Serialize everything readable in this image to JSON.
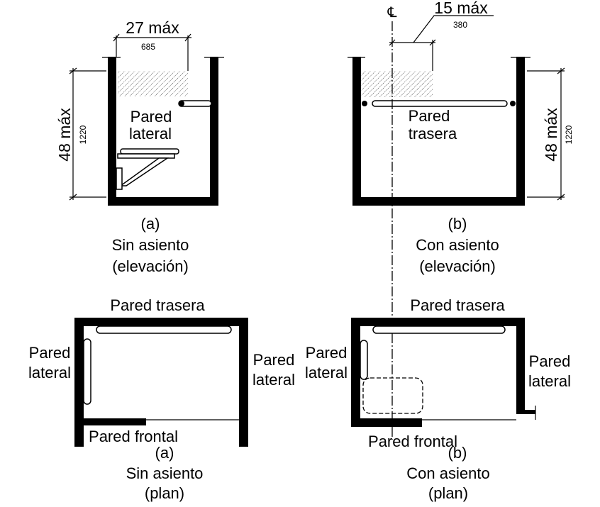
{
  "figure_a_elevation": {
    "width_dim_main": "27 máx",
    "width_dim_metric": "685",
    "height_dim_main": "48 máx",
    "height_dim_metric": "1220",
    "wall_label_line1": "Pared",
    "wall_label_line2": "lateral",
    "caption_letter": "(a)",
    "caption_line1": "Sin asiento",
    "caption_line2": "(elevación)"
  },
  "figure_b_elevation": {
    "centerline_symbol": "℄",
    "offset_dim_main": "15 máx",
    "offset_dim_metric": "380",
    "height_dim_main": "48 máx",
    "height_dim_metric": "1220",
    "wall_label_line1": "Pared",
    "wall_label_line2": "trasera",
    "caption_letter": "(b)",
    "caption_line1": "Con asiento",
    "caption_line2": "(elevación)"
  },
  "figure_a_plan": {
    "back_wall": "Pared trasera",
    "left_wall_line1": "Pared",
    "left_wall_line2": "lateral",
    "right_wall_line1": "Pared",
    "right_wall_line2": "lateral",
    "front_wall": "Pared frontal",
    "caption_letter": "(a)",
    "caption_line1": "Sin asiento",
    "caption_line2": "(plan)"
  },
  "figure_b_plan": {
    "back_wall": "Pared trasera",
    "left_wall_line1": "Pared",
    "left_wall_line2": "lateral",
    "right_wall_line1": "Pared",
    "right_wall_line2": "lateral",
    "front_wall": "Pared frontal",
    "caption_letter": "(b)",
    "caption_line1": "Con asiento",
    "caption_line2": "(plan)"
  }
}
